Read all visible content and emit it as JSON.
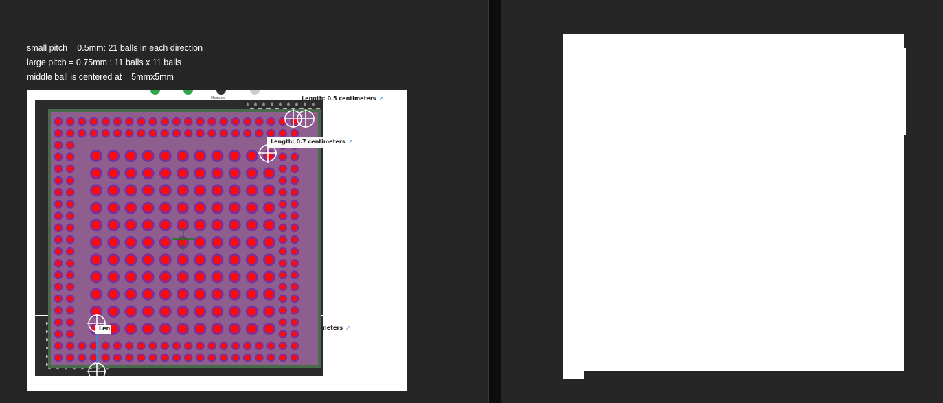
{
  "notes": {
    "line1": "small pitch = 0.5mm: 21 balls in each direction",
    "line2": "large pitch = 0.75mm : 11 balls x 11 balls",
    "line3": "middle ball is centered at    5mmx5mm"
  },
  "figure": {
    "toolbar_label": "Measure",
    "measurement_1": "Length: 0.5 centimeters",
    "measurement_2": "Length: 0.7 centimeters",
    "measurement_3_partial": "neters",
    "measurement_4_partial": "Len",
    "small_grid_count": 21,
    "large_grid_count": 11
  },
  "colors": {
    "background": "#262626",
    "ball_fill": "#ff0a0a",
    "ball_ring": "#7a2fa0",
    "package_fill": "#8d5e8e",
    "package_border": "#3f6b44",
    "link_icon": "#3b8de0"
  },
  "icons": {
    "external_link": "external-link-icon",
    "crosshair": "crosshair-icon"
  }
}
